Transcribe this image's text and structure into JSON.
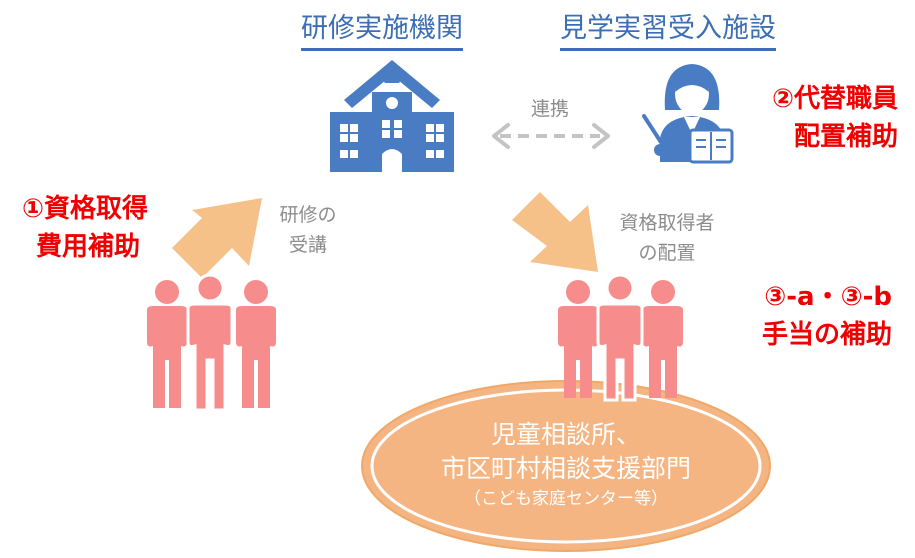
{
  "headings": {
    "training_institution": "研修実施機関",
    "facility": "見学実習受入施設"
  },
  "link_label": "連携",
  "flow": {
    "attend_line1": "研修の",
    "attend_line2": "受講",
    "place_line1": "資格取得者",
    "place_line2": "の配置"
  },
  "subsidies": {
    "s1_line1": "①資格取得",
    "s1_line2": "費用補助",
    "s2_line1": "②代替職員",
    "s2_line2": "配置補助",
    "s3_line1": "③-a・③-b",
    "s3_line2": "手当の補助"
  },
  "destination": {
    "line1": "児童相談所、",
    "line2": "市区町村相談支援部門",
    "line3": "（こども家庭センター等）"
  },
  "colors": {
    "heading_blue": "#3c6eb4",
    "building_blue": "#4a7cc3",
    "arrow_orange": "#f6c089",
    "oval_fill": "#f4b583",
    "people_pink": "#f78c8c",
    "red_text": "#f00000",
    "gray_text": "#8c8c8c"
  },
  "icons": {
    "building": "building-icon",
    "teacher": "teacher-icon",
    "people": "people-group-icon"
  }
}
